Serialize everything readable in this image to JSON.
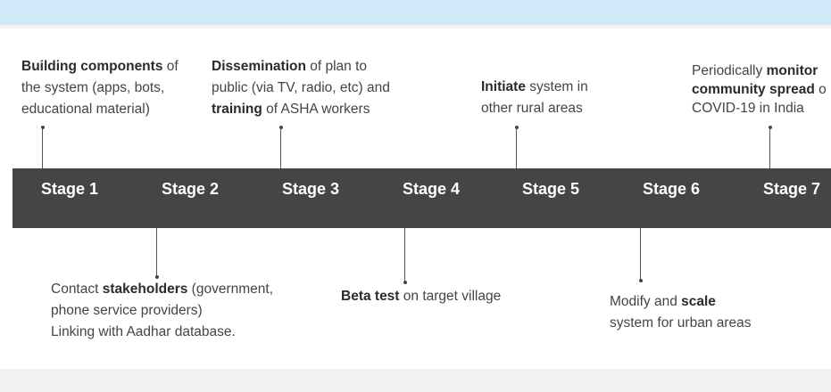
{
  "stages": [
    "Stage 1",
    "Stage 2",
    "Stage 3",
    "Stage 4",
    "Stage 5",
    "Stage 6",
    "Stage 7"
  ],
  "above": {
    "s1": {
      "b1": "Building components",
      "t1": " of",
      "t2": "the system (apps, bots,",
      "t3": "educational material)"
    },
    "s3": {
      "b1": "Dissemination",
      "t1": " of plan to",
      "t2": "public (via TV, radio, etc) and",
      "b2": "training",
      "t3": " of ASHA workers"
    },
    "s5": {
      "b1": "Initiate",
      "t1": " system in",
      "t2": "other rural areas"
    },
    "s7": {
      "t1": "Periodically ",
      "b1": "monitor",
      "b2": "community spread",
      "t2": " o",
      "t3": "COVID-19 in India"
    }
  },
  "below": {
    "s2": {
      "t1": "Contact ",
      "b1": "stakeholders",
      "t2": " (government,",
      "t3": "phone service providers)",
      "t4": "Linking with Aadhar database."
    },
    "s4": {
      "b1": "Beta test",
      "t1": " on target village"
    },
    "s6": {
      "t1": "Modify and ",
      "b1": "scale",
      "t2": "system for urban areas"
    }
  }
}
